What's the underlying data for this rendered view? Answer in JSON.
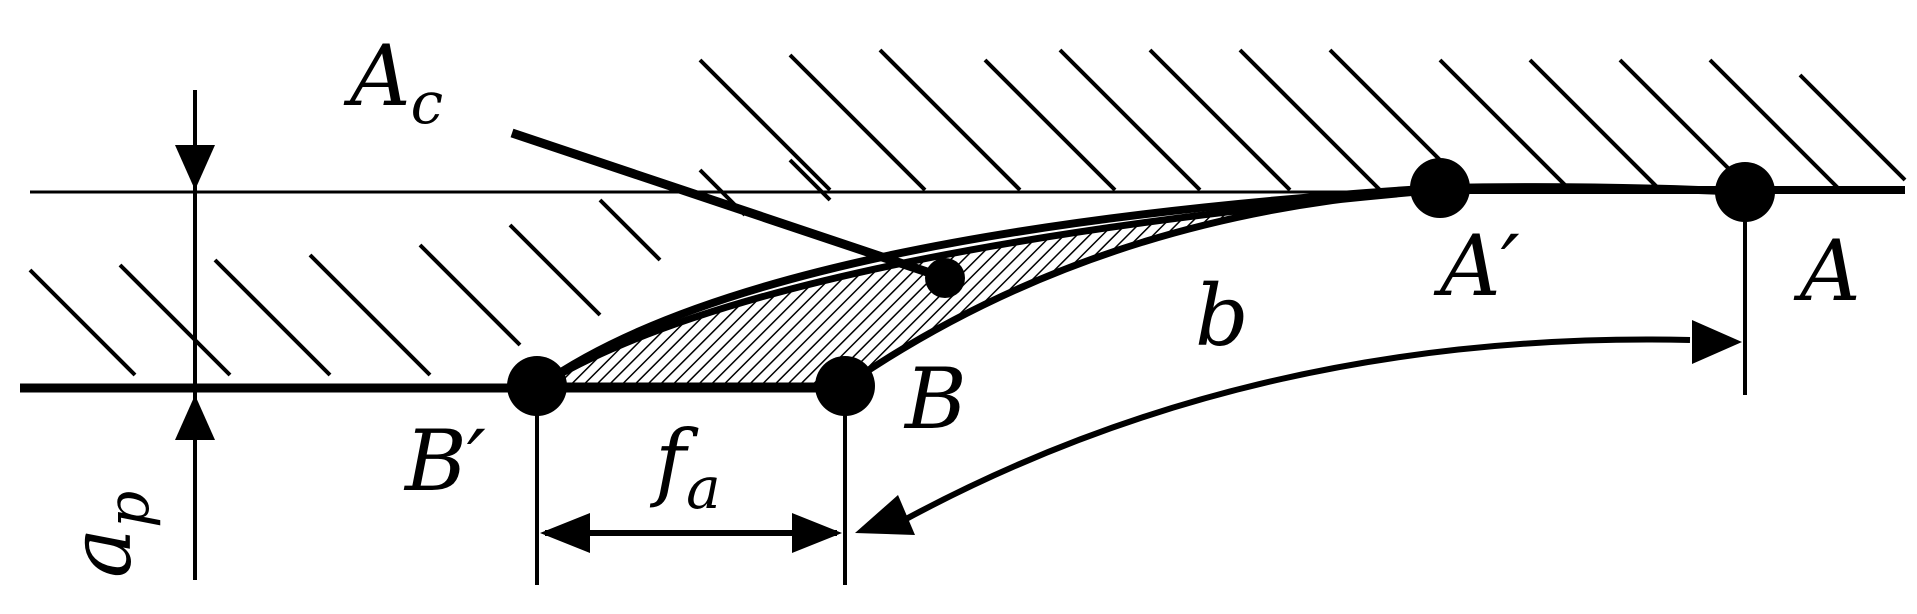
{
  "labels": {
    "Ac": {
      "main": "A",
      "sub": "c"
    },
    "A": "A",
    "A_prime": "A′",
    "B": "B",
    "B_prime": "B′",
    "b": "b",
    "fa": {
      "main": "f",
      "sub": "a"
    },
    "ap": {
      "main": "a",
      "sub": "p"
    }
  },
  "colors": {
    "ink": "#000000",
    "background": "#ffffff"
  }
}
